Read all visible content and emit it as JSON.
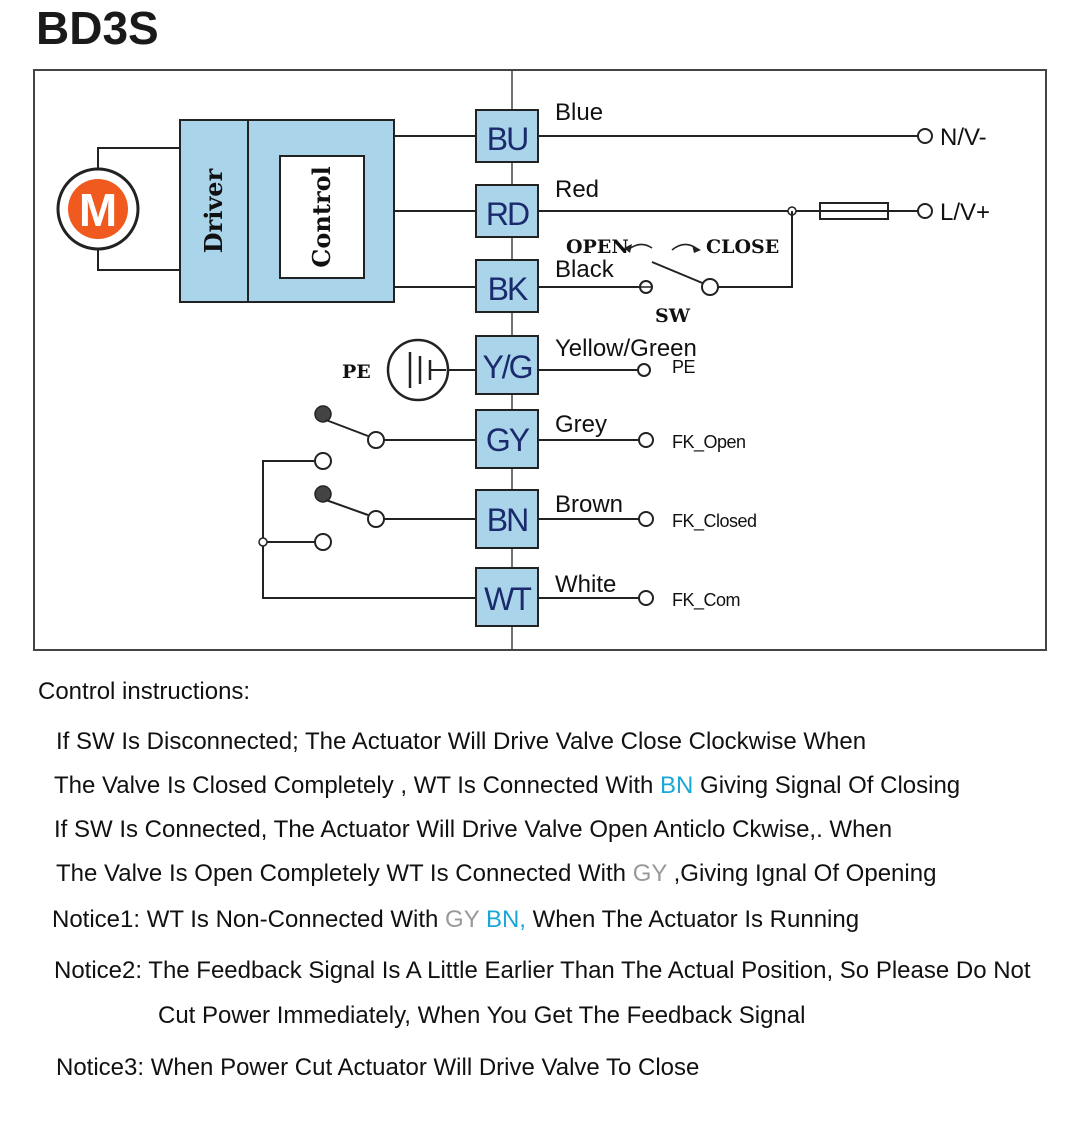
{
  "title": "BD3S",
  "blocks": {
    "motor": "M",
    "driver": "Driver",
    "control": "Control"
  },
  "terminals": [
    {
      "code": "BU",
      "wire": "Blue",
      "end": "N/V-"
    },
    {
      "code": "RD",
      "wire": "Red",
      "end": "L/V+"
    },
    {
      "code": "BK",
      "wire": "Black",
      "end": ""
    },
    {
      "code": "Y/G",
      "wire": "Yellow/Green",
      "end": "PE"
    },
    {
      "code": "GY",
      "wire": "Grey",
      "end": "FK_Open"
    },
    {
      "code": "BN",
      "wire": "Brown",
      "end": "FK_Closed"
    },
    {
      "code": "WT",
      "wire": "White",
      "end": "FK_Com"
    }
  ],
  "switch": {
    "open": "OPEN",
    "close": "CLOSE",
    "name": "SW"
  },
  "pe_label": "PE",
  "instructions": {
    "heading": "Control instructions:",
    "line1": "If SW Is Disconnected; The Actuator Will Drive Valve Close Clockwise When",
    "line2_a": "The Valve Is Closed Completely , WT Is Connected With ",
    "line2_bn": "BN",
    "line2_b": " Giving Signal Of Closing",
    "line3": "If SW Is Connected, The Actuator Will Drive Valve Open Anticlo Ckwise,. When",
    "line4_a": "The Valve Is Open Completely WT Is Connected With ",
    "line4_gy": "GY",
    "line4_b": " ,Giving Ignal Of Opening",
    "notice1_a": "Notice1: WT Is Non-Connected With ",
    "notice1_gy": "GY",
    "notice1_bn": " BN,",
    "notice1_b": " When The Actuator Is Running",
    "notice2_a": "Notice2: The Feedback Signal Is A Little Earlier Than The Actual Position, So Please Do Not",
    "notice2_b": "Cut Power Immediately, When You Get The Feedback Signal",
    "notice3": "Notice3: When Power Cut Actuator Will Drive Valve To Close"
  },
  "colors": {
    "box_fill": "#a9d4ea",
    "motor_fill": "#f05a1e",
    "bn_text": "#1aa7d8",
    "gy_text": "#999999"
  }
}
